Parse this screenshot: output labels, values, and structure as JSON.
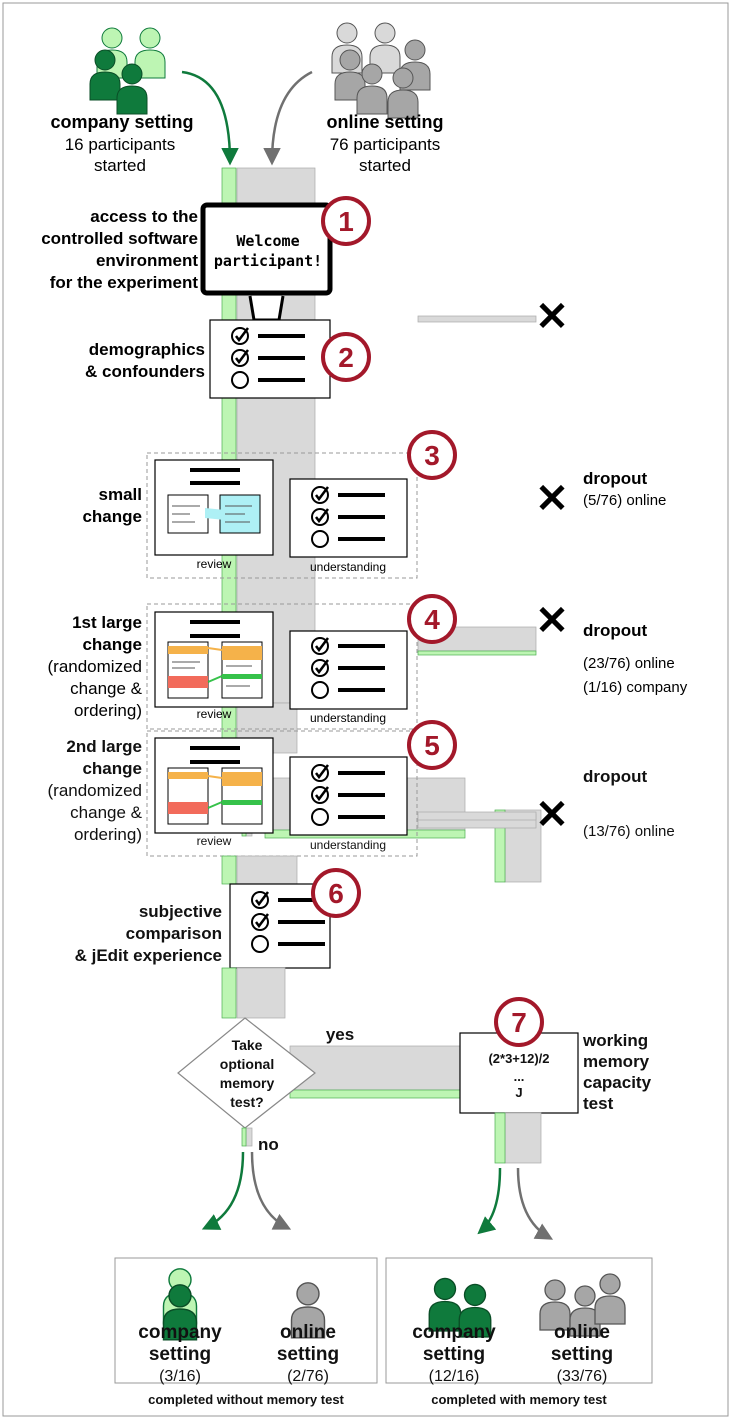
{
  "start": {
    "company": {
      "title": "company setting",
      "line1": "16 participants",
      "line2": "started"
    },
    "online": {
      "title": "online setting",
      "line1": "76 participants",
      "line2": "started"
    }
  },
  "steps": [
    {
      "number": "1",
      "label": [
        "access to the",
        "controlled software",
        "environment",
        "for the experiment"
      ],
      "screen": [
        "Welcome",
        "participant!"
      ]
    },
    {
      "number": "2",
      "label": [
        "demographics",
        "& confounders"
      ]
    },
    {
      "number": "3",
      "label": [
        "small",
        "change"
      ],
      "review": "review",
      "understanding": "understanding",
      "dropout": {
        "title": "dropout",
        "lines": [
          "(5/76) online"
        ]
      }
    },
    {
      "number": "4",
      "label_bold": [
        "1st large",
        "change"
      ],
      "label": [
        "(randomized",
        "change &",
        "ordering)"
      ],
      "review": "review",
      "understanding": "understanding",
      "dropout": {
        "title": "dropout",
        "lines": [
          "(23/76) online",
          "(1/16) company"
        ]
      }
    },
    {
      "number": "5",
      "label_bold": [
        "2nd large",
        "change"
      ],
      "label": [
        "(randomized",
        "change &",
        "ordering)"
      ],
      "review": "review",
      "understanding": "understanding",
      "dropout": {
        "title": "dropout",
        "lines": [
          "(13/76) online"
        ]
      }
    },
    {
      "number": "6",
      "label": [
        "subjective",
        "comparison",
        "& jEdit experience"
      ]
    },
    {
      "number": "7",
      "label": [
        "working",
        "memory",
        "capacity",
        "test"
      ],
      "box": [
        "(2*3+12)/2",
        "...",
        "J"
      ]
    }
  ],
  "decision": {
    "lines": [
      "Take",
      "optional",
      "memory",
      "test?"
    ],
    "yes": "yes",
    "no": "no"
  },
  "results": {
    "without": {
      "caption": "completed without memory test",
      "company": {
        "title": [
          "company",
          "setting"
        ],
        "count": "(3/16)"
      },
      "online": {
        "title": [
          "online",
          "setting"
        ],
        "count": "(2/76)"
      }
    },
    "with": {
      "caption": "completed with memory test",
      "company": {
        "title": [
          "company",
          "setting"
        ],
        "count": "(12/16)"
      },
      "online": {
        "title": [
          "online",
          "setting"
        ],
        "count": "(33/76)"
      }
    }
  },
  "colors": {
    "green_dark": "#0f7a3c",
    "green_light": "#bdf5b3",
    "gray_dark": "#8c8c8c",
    "gray_light": "#d9d9d9",
    "red_badge": "#a3182a",
    "highlight_orange": "#f5b24a",
    "highlight_red": "#f26b5b",
    "highlight_green": "#36c24a",
    "highlight_cyan": "#aef0f5"
  }
}
